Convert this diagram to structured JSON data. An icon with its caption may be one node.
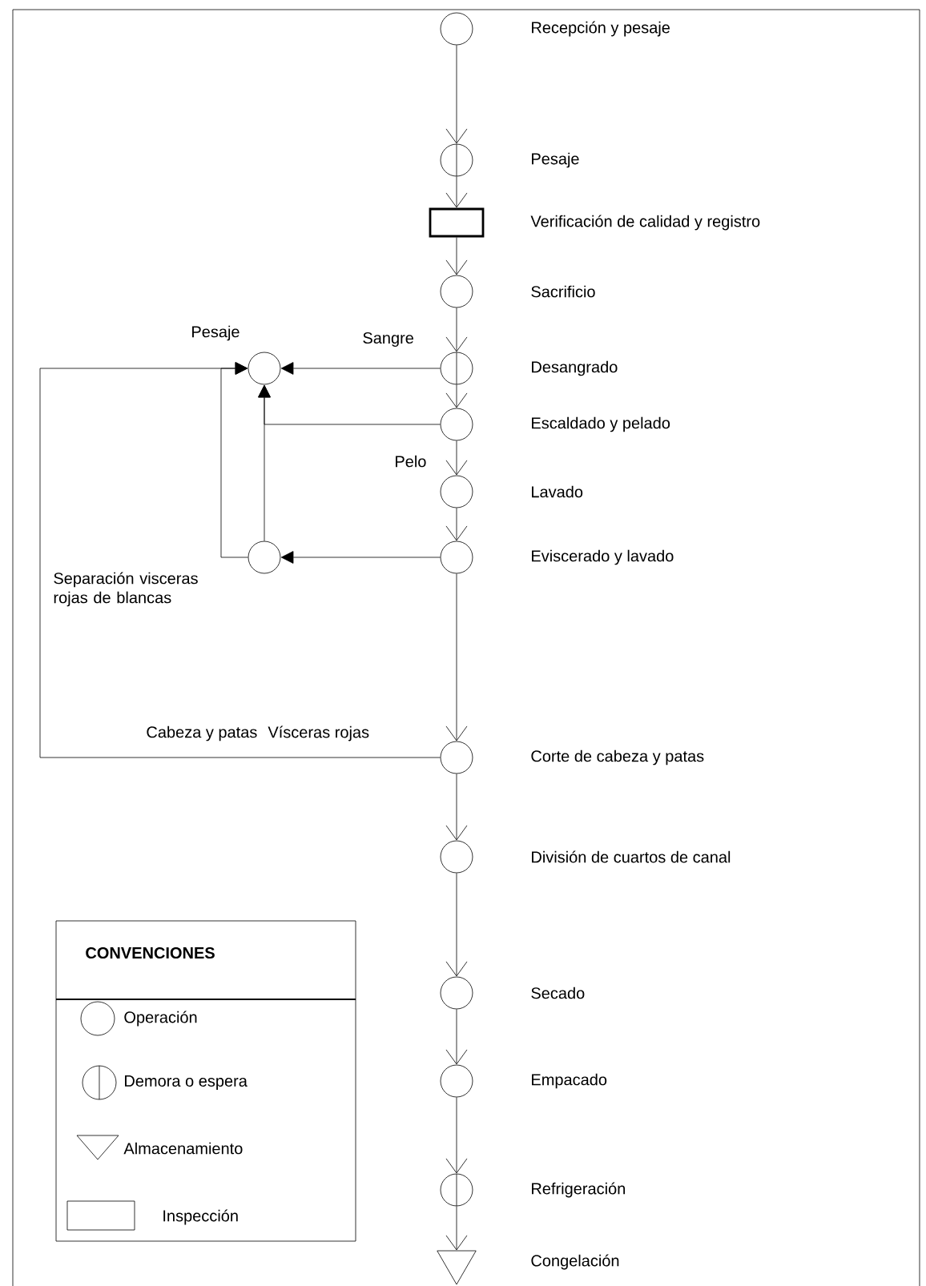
{
  "diagram": {
    "nodes": [
      {
        "text": [],
        "shape": "circle",
        "beside": [
          "Recepción y pesaje"
        ]
      },
      {
        "text": [],
        "shape": "split-circle",
        "beside": [
          "Pesaje"
        ]
      },
      {
        "text": [],
        "shape": "box",
        "beside": [
          "Verificación de calidad y registro"
        ]
      },
      {
        "text": [],
        "shape": "circle",
        "beside": [
          "Sacrificio"
        ]
      },
      {
        "text": [],
        "shape": "split-circle",
        "beside": [
          "Desangrado"
        ]
      },
      {
        "text": [],
        "shape": "circle",
        "beside": [
          "Escaldado y pelado"
        ]
      },
      {
        "text": [],
        "shape": "circle",
        "beside": [
          "Lavado"
        ]
      },
      {
        "text": [],
        "shape": "circle",
        "beside": [
          "Eviscerado y lavado"
        ]
      },
      {
        "text": [],
        "shape": "circle",
        "beside": [
          "Corte de cabeza y patas"
        ]
      },
      {
        "text": [],
        "shape": "circle",
        "beside": [
          "División de cuartos de canal"
        ]
      },
      {
        "text": [],
        "shape": "circle",
        "beside": [
          "Secado"
        ]
      },
      {
        "text": [],
        "shape": "circle",
        "beside": [
          "Empacado"
        ]
      },
      {
        "text": [],
        "shape": "split-circle",
        "beside": [
          "Refrigeración"
        ]
      },
      {
        "text": [],
        "shape": "triangle",
        "beside": [
          "Congelación"
        ]
      },
      {
        "text": [],
        "shape": "circle",
        "beside": [
          "Pesaje"
        ]
      },
      {
        "text": [],
        "shape": "circle",
        "beside": [
          "Separación visceras rojas de blancas"
        ]
      }
    ],
    "edges": [
      {
        "from": 0,
        "to": 1,
        "arrow": "to"
      },
      {
        "from": 1,
        "to": 2,
        "arrow": "to"
      },
      {
        "from": 2,
        "to": 3,
        "arrow": "to"
      },
      {
        "from": 3,
        "to": 4,
        "arrow": "to"
      },
      {
        "from": 4,
        "to": 5,
        "arrow": "to"
      },
      {
        "from": 5,
        "to": 6,
        "arrow": "to"
      },
      {
        "from": 6,
        "to": 7,
        "arrow": "to"
      },
      {
        "from": 7,
        "to": 8,
        "arrow": "to"
      },
      {
        "from": 8,
        "to": 9,
        "arrow": "to"
      },
      {
        "from": 9,
        "to": 10,
        "arrow": "to"
      },
      {
        "from": 10,
        "to": 11,
        "arrow": "to"
      },
      {
        "from": 11,
        "to": 12,
        "arrow": "to"
      },
      {
        "from": 12,
        "to": 13,
        "arrow": "to"
      },
      {
        "from": 4,
        "to": 14,
        "arrow": "to",
        "label": "Sangre"
      },
      {
        "from": 5,
        "to": 14,
        "arrow": "to",
        "label": "Pelo"
      },
      {
        "from": 7,
        "to": 15,
        "arrow": "to"
      },
      {
        "from": 15,
        "to": 14,
        "arrow": "to"
      },
      {
        "from": 15,
        "to": 14,
        "arrow": "to"
      },
      {
        "from": 8,
        "to": 14,
        "arrow": "to",
        "label": "Cabeza y patas"
      }
    ],
    "labels": [
      "Vísceras rojas",
      "CONVENCIONES"
    ],
    "legend": [
      {
        "text": "Operación"
      },
      {
        "text": "Demora o espera"
      },
      {
        "text": "Almacenamiento"
      },
      {
        "text": "Inspección"
      }
    ]
  }
}
